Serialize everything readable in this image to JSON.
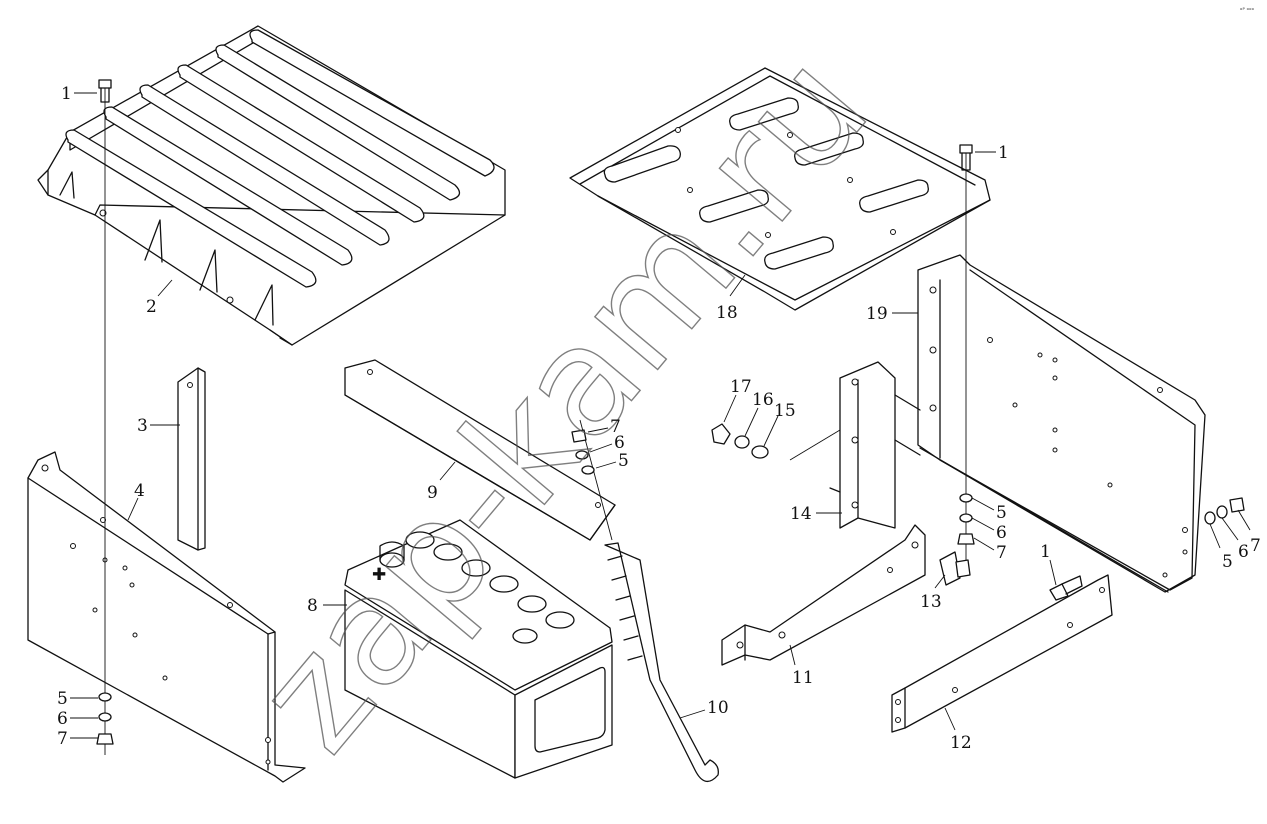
{
  "watermark": "zap-kam.ru",
  "corner_mark": "ᵒᴾ ᵒᵒᵒ",
  "callouts": [
    {
      "id": "c1a",
      "text": "1"
    },
    {
      "id": "c2",
      "text": "2"
    },
    {
      "id": "c3",
      "text": "3"
    },
    {
      "id": "c4",
      "text": "4"
    },
    {
      "id": "c5a",
      "text": "5"
    },
    {
      "id": "c6a",
      "text": "6"
    },
    {
      "id": "c7a",
      "text": "7"
    },
    {
      "id": "c8",
      "text": "8"
    },
    {
      "id": "c9",
      "text": "9"
    },
    {
      "id": "c10",
      "text": "10"
    },
    {
      "id": "c7b",
      "text": "7"
    },
    {
      "id": "c6b",
      "text": "6"
    },
    {
      "id": "c5b",
      "text": "5"
    },
    {
      "id": "c17",
      "text": "17"
    },
    {
      "id": "c16",
      "text": "16"
    },
    {
      "id": "c15",
      "text": "15"
    },
    {
      "id": "c18",
      "text": "18"
    },
    {
      "id": "c1b",
      "text": "1"
    },
    {
      "id": "c19",
      "text": "19"
    },
    {
      "id": "c14",
      "text": "14"
    },
    {
      "id": "c13",
      "text": "13"
    },
    {
      "id": "c11",
      "text": "11"
    },
    {
      "id": "c12",
      "text": "12"
    },
    {
      "id": "c1c",
      "text": "1"
    },
    {
      "id": "c5c",
      "text": "5"
    },
    {
      "id": "c6c",
      "text": "6"
    },
    {
      "id": "c7c",
      "text": "7"
    },
    {
      "id": "c5d",
      "text": "5"
    },
    {
      "id": "c6d",
      "text": "6"
    },
    {
      "id": "c7d",
      "text": "7"
    }
  ]
}
